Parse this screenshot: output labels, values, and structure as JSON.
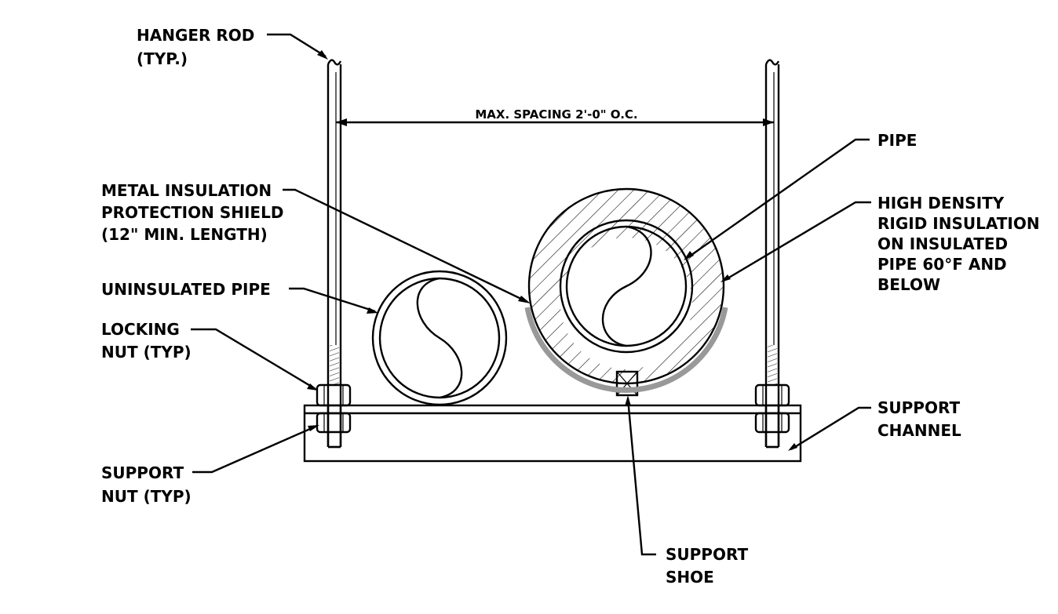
{
  "labels": {
    "hanger_rod": [
      "HANGER ROD",
      "(TYP.)"
    ],
    "spacing": "MAX. SPACING 2'-0\" O.C.",
    "pipe": [
      "PIPE"
    ],
    "shield": [
      "METAL INSULATION",
      "PROTECTION SHIELD",
      "(12\" MIN. LENGTH)"
    ],
    "insulation": [
      "HIGH DENSITY",
      "RIGID INSULATION",
      "ON INSULATED",
      "PIPE 60°F AND",
      "BELOW"
    ],
    "uninsulated_pipe": [
      "UNINSULATED PIPE"
    ],
    "locking_nut": [
      "LOCKING",
      "NUT (TYP)"
    ],
    "support_nut": [
      "SUPPORT",
      "NUT (TYP)"
    ],
    "support_channel": [
      "SUPPORT",
      "CHANNEL"
    ],
    "support_shoe": [
      "SUPPORT",
      "SHOE"
    ]
  },
  "colors": {
    "line": "#000000",
    "shield": "#999999",
    "background": "#ffffff"
  }
}
